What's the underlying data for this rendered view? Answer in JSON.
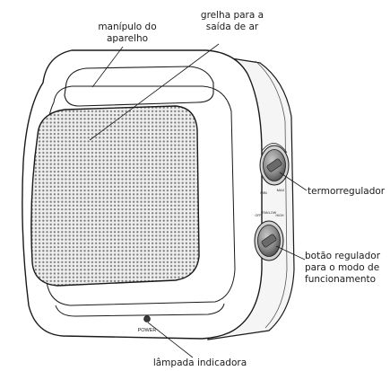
{
  "labels": {
    "handle": [
      "manípulo do",
      "aparelho"
    ],
    "grille": [
      "grelha para a",
      "saída de ar"
    ],
    "thermostat": [
      "termorregulador"
    ],
    "mode_knob": [
      "botão regulador",
      "para o modo de",
      "funcionamento"
    ],
    "indicator": [
      "lâmpada indicadora"
    ]
  },
  "device_text": {
    "power": "POWER",
    "thermo_min": "MIN",
    "thermo_max": "MAX",
    "mode_1": "OFF",
    "mode_2": "FAN",
    "mode_3": "LOW",
    "mode_4": "HIGH"
  },
  "colors": {
    "line": "#1a1a1a",
    "body_fill": "#ffffff",
    "side_fill": "#f4f4f4",
    "grille_fill": "#d9d9d9",
    "knob_fill": "#8a8a8a"
  }
}
